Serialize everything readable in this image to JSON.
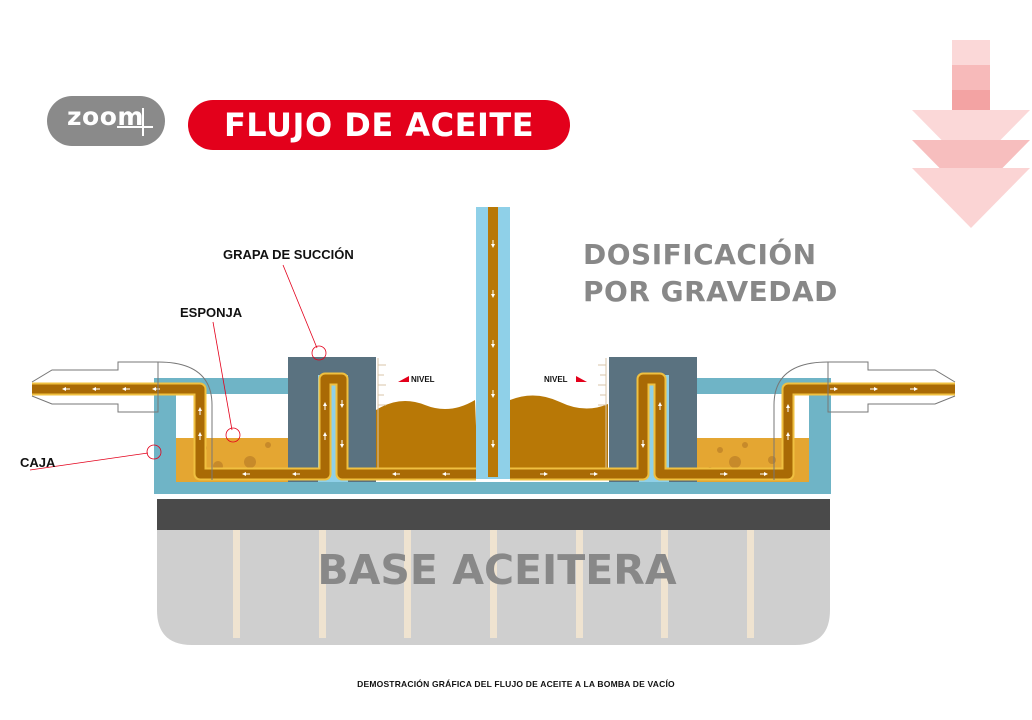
{
  "logo": {
    "text": "zoom"
  },
  "title": "FLUJO DE ACEITE",
  "heading": {
    "line1": "DOSIFICACIÓN",
    "line2": "POR GRAVEDAD"
  },
  "labels": {
    "grapa": "GRAPA DE SUCCIÓN",
    "esponja": "ESPONJA",
    "caja": "CAJA",
    "nivel_left": "NIVEL",
    "nivel_right": "NIVEL",
    "base": "BASE ACEITERA"
  },
  "caption": "DEMOSTRACIÓN GRÁFICA DEL FLUJO DE ACEITE A LA BOMBA DE VACÍO",
  "icons": [
    "gravity-arrow-icon"
  ],
  "colors": {
    "accent_red": "#e3001b",
    "oil": "#b87806",
    "sponge": "#e4a632",
    "box_blue": "#6fb4c6",
    "pipe_blue": "#8fd0e8",
    "grapa_slate": "#5a7280",
    "base_gray": "#cfcfcf",
    "base_bar": "#4a4a4a",
    "gray_text": "#888888"
  }
}
